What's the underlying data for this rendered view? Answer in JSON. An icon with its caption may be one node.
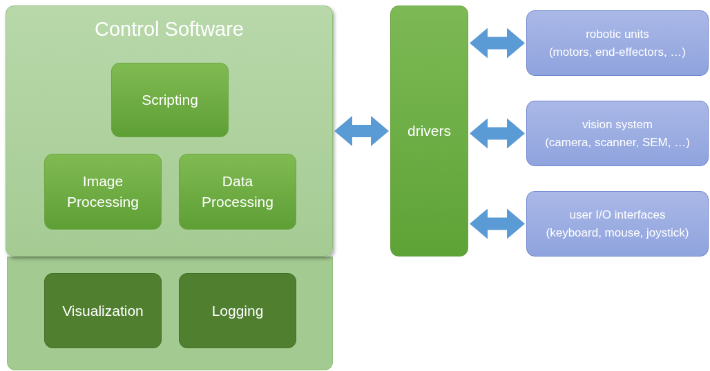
{
  "diagram": {
    "nodes": [
      {
        "text": [
          "Control Software"
        ]
      },
      {
        "text": [
          "Scripting"
        ],
        "in": 0
      },
      {
        "text": [
          "Image Processing"
        ],
        "in": 0
      },
      {
        "text": [
          "Data Processing"
        ],
        "in": 0
      },
      {
        "text": [],
        "shape": "box"
      },
      {
        "text": [
          "Visualization"
        ],
        "in": 4
      },
      {
        "text": [
          "Logging"
        ],
        "in": 4
      },
      {
        "text": [
          "drivers"
        ]
      },
      {
        "text": [
          "robotic units",
          "(motors, end-effectors, …)"
        ]
      },
      {
        "text": [
          "vision system",
          "(camera, scanner, SEM, …)"
        ]
      },
      {
        "text": [
          "user I/O interfaces",
          "(keyboard, mouse, joystick)"
        ]
      }
    ],
    "edges": [
      {
        "from": 0,
        "to": 7,
        "arrow": "both"
      },
      {
        "from": 7,
        "to": 8,
        "arrow": "both"
      },
      {
        "from": 7,
        "to": 9,
        "arrow": "both"
      },
      {
        "from": 7,
        "to": 10,
        "arrow": "both"
      }
    ]
  }
}
